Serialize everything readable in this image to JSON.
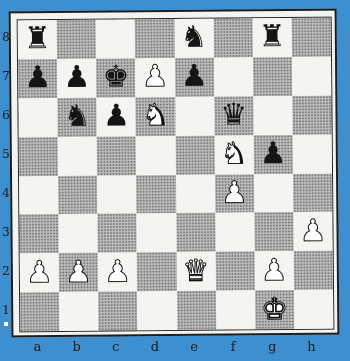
{
  "board": {
    "files": [
      "a",
      "b",
      "c",
      "d",
      "e",
      "f",
      "g",
      "h"
    ],
    "ranks": [
      "8",
      "7",
      "6",
      "5",
      "4",
      "3",
      "2",
      "1"
    ],
    "pieces": [
      {
        "square": "a8",
        "color": "black",
        "type": "rook",
        "glyph": "♜"
      },
      {
        "square": "e8",
        "color": "black",
        "type": "knight",
        "glyph": "♞"
      },
      {
        "square": "g8",
        "color": "black",
        "type": "rook",
        "glyph": "♜"
      },
      {
        "square": "a7",
        "color": "black",
        "type": "pawn",
        "glyph": "♟"
      },
      {
        "square": "b7",
        "color": "black",
        "type": "pawn",
        "glyph": "♟"
      },
      {
        "square": "c7",
        "color": "black",
        "type": "king",
        "glyph": "♚"
      },
      {
        "square": "d7",
        "color": "white",
        "type": "pawn",
        "glyph": "♟"
      },
      {
        "square": "e7",
        "color": "black",
        "type": "pawn",
        "glyph": "♟"
      },
      {
        "square": "b6",
        "color": "black",
        "type": "knight",
        "glyph": "♞"
      },
      {
        "square": "c6",
        "color": "black",
        "type": "pawn",
        "glyph": "♟"
      },
      {
        "square": "d6",
        "color": "white",
        "type": "knight",
        "glyph": "♞"
      },
      {
        "square": "f6",
        "color": "black",
        "type": "queen",
        "glyph": "♛"
      },
      {
        "square": "f5",
        "color": "white",
        "type": "knight",
        "glyph": "♞"
      },
      {
        "square": "g5",
        "color": "black",
        "type": "pawn",
        "glyph": "♟"
      },
      {
        "square": "f4",
        "color": "white",
        "type": "pawn",
        "glyph": "♟"
      },
      {
        "square": "h3",
        "color": "white",
        "type": "pawn",
        "glyph": "♟"
      },
      {
        "square": "a2",
        "color": "white",
        "type": "pawn",
        "glyph": "♟"
      },
      {
        "square": "b2",
        "color": "white",
        "type": "pawn",
        "glyph": "♟"
      },
      {
        "square": "c2",
        "color": "white",
        "type": "pawn",
        "glyph": "♟"
      },
      {
        "square": "e2",
        "color": "white",
        "type": "queen",
        "glyph": "♛"
      },
      {
        "square": "g2",
        "color": "white",
        "type": "pawn",
        "glyph": "♟"
      },
      {
        "square": "g1",
        "color": "white",
        "type": "king",
        "glyph": "♚"
      }
    ]
  },
  "colors": {
    "background": "#3e8fd0",
    "light_square": "#f4f4f0",
    "dark_square": "#bcbcbc"
  }
}
